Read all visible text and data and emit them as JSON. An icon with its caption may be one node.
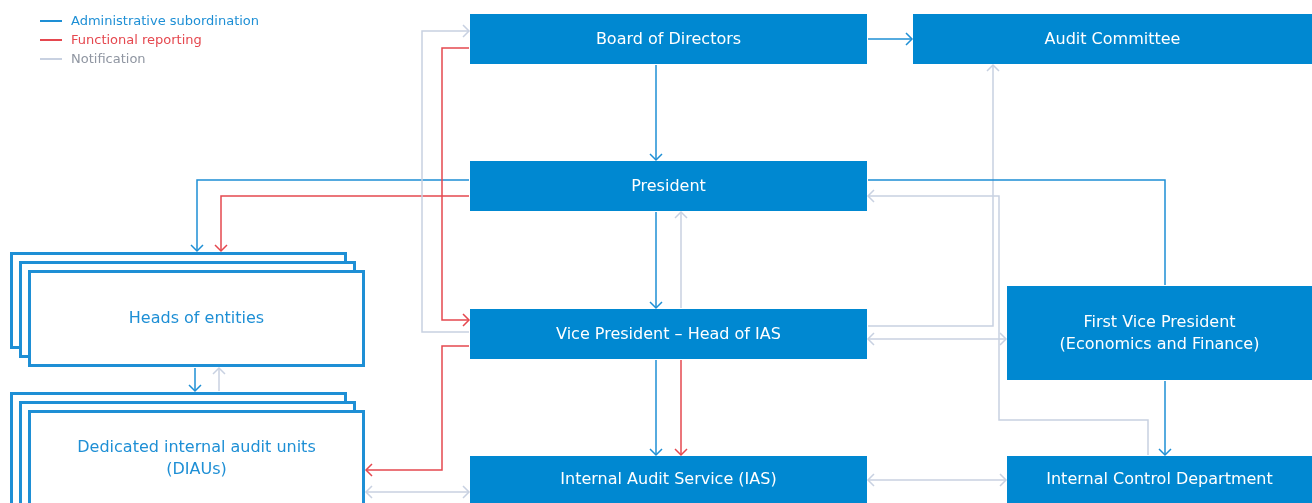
{
  "diagram": {
    "nodes": [
      {
        "text": [
          "Board of Directors"
        ]
      },
      {
        "text": [
          "Audit Committee"
        ]
      },
      {
        "text": [
          "President"
        ]
      },
      {
        "text": [
          "Heads of entities"
        ]
      },
      {
        "text": [
          "Vice President – Head of IAS"
        ]
      },
      {
        "text": [
          "First Vice President (Economics and Finance)"
        ]
      },
      {
        "text": [
          "Dedicated internal audit units (DIAUs)"
        ]
      },
      {
        "text": [
          "Internal Audit Service (IAS)"
        ]
      },
      {
        "text": [
          "Internal Control Department"
        ]
      }
    ],
    "edges": [
      {
        "from": 0,
        "to": 1,
        "arrow": "to",
        "color": "#1e8fd5"
      },
      {
        "from": 0,
        "to": 2,
        "arrow": "to",
        "color": "#1e8fd5"
      },
      {
        "from": 2,
        "to": 3,
        "arrow": "to",
        "color": "#1e8fd5"
      },
      {
        "from": 2,
        "to": 3,
        "arrow": "to",
        "color": "#e5484f"
      },
      {
        "from": 0,
        "to": 4,
        "arrow": "to",
        "color": "#e5484f"
      },
      {
        "from": 4,
        "to": 0,
        "arrow": "to",
        "color": "#c8d1e1"
      },
      {
        "from": 2,
        "to": 4,
        "arrow": "to",
        "color": "#1e8fd5"
      },
      {
        "from": 4,
        "to": 2,
        "arrow": "to",
        "color": "#c8d1e1"
      },
      {
        "from": 4,
        "to": 1,
        "arrow": "to",
        "color": "#c8d1e1"
      },
      {
        "from": 4,
        "to": 5,
        "arrow": "both",
        "color": "#c8d1e1"
      },
      {
        "from": 2,
        "to": 5,
        "arrow": "none",
        "color": "#1e8fd5"
      },
      {
        "from": 8,
        "to": 2,
        "arrow": "to",
        "color": "#c8d1e1"
      },
      {
        "from": 5,
        "to": 8,
        "arrow": "to",
        "color": "#1e8fd5"
      },
      {
        "from": 3,
        "to": 6,
        "arrow": "to",
        "color": "#1e8fd5"
      },
      {
        "from": 6,
        "to": 3,
        "arrow": "to",
        "color": "#c8d1e1"
      },
      {
        "from": 4,
        "to": 6,
        "arrow": "to",
        "color": "#e5484f"
      },
      {
        "from": 6,
        "to": 7,
        "arrow": "both",
        "color": "#c8d1e1"
      },
      {
        "from": 4,
        "to": 7,
        "arrow": "to",
        "color": "#1e8fd5"
      },
      {
        "from": 4,
        "to": 7,
        "arrow": "to",
        "color": "#e5484f"
      },
      {
        "from": 7,
        "to": 8,
        "arrow": "both",
        "color": "#c8d1e1"
      }
    ],
    "legend": [
      {
        "text": "Administrative subordination",
        "color": "#1e8fd5"
      },
      {
        "text": "Functional reporting",
        "color": "#e5484f"
      },
      {
        "text": "Notification",
        "color": "#c8d1e1"
      }
    ]
  }
}
